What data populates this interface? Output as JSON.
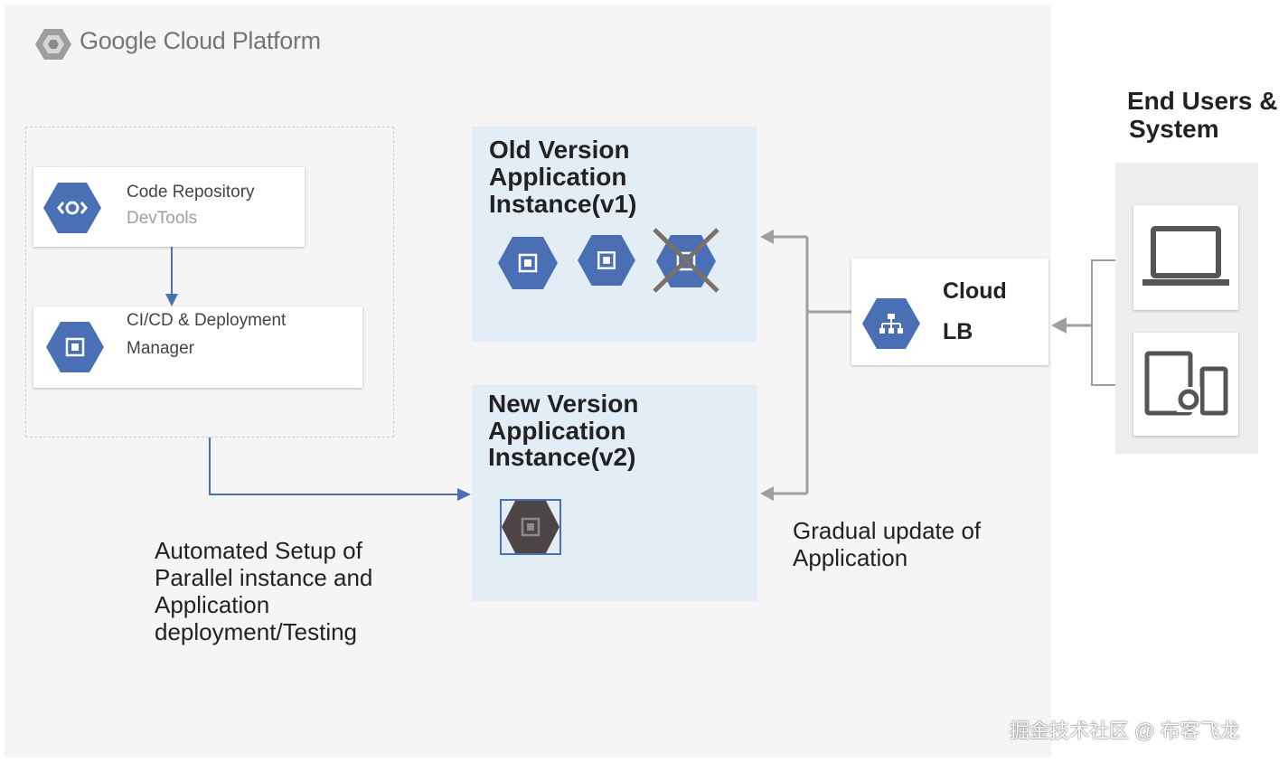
{
  "header": {
    "logo_text": "Google Cloud Platform"
  },
  "devtools": {
    "repo_title": "Code Repository",
    "repo_sub": "DevTools",
    "cicd_line1": "CI/CD & Deployment",
    "cicd_line2": "Manager"
  },
  "old_panel": {
    "line1": "Old Version",
    "line2": "Application",
    "line3": "Instance(v1)"
  },
  "new_panel": {
    "line1": "New Version",
    "line2": "Application",
    "line3": "Instance(v2)"
  },
  "load_balancer": {
    "line1": "Cloud",
    "line2": "LB"
  },
  "end_users": {
    "line1": "End Users &",
    "line2": "System"
  },
  "captions": {
    "automated": [
      "Automated Setup of",
      "Parallel instance and",
      "Application",
      "deployment/Testing"
    ],
    "gradual": [
      "Gradual update of",
      "Application"
    ]
  },
  "watermark": "掘金技术社区 @ 布客飞龙",
  "colors": {
    "hex_blue": "#4a6fb5",
    "hex_dark": "#4d4545",
    "panel_bg": "#e3edf5",
    "arrow_gray": "#9e9e9e",
    "arrow_blue": "#4a6fb5"
  },
  "icons": [
    "gcp-logo-icon",
    "code-repository-icon",
    "cicd-icon",
    "compute-engine-icon",
    "load-balancer-icon",
    "laptop-icon",
    "mobile-device-icon"
  ]
}
